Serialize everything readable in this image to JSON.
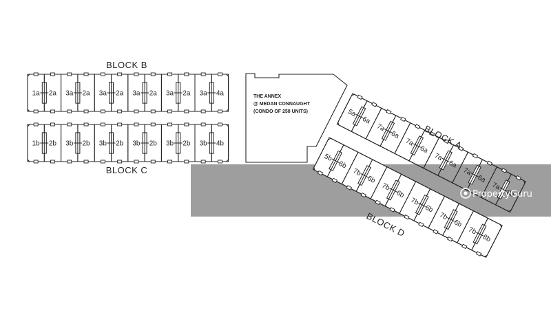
{
  "blocks": {
    "block_b": {
      "title": "BLOCK B",
      "units": [
        "1a",
        "2a",
        "3a",
        "2a",
        "3a",
        "2a",
        "3a",
        "2a",
        "3a",
        "2a",
        "3a",
        "4a"
      ]
    },
    "block_c": {
      "title": "BLOCK C",
      "units": [
        "1b",
        "2b",
        "3b",
        "2b",
        "3b",
        "2b",
        "3b",
        "2b",
        "3b",
        "2b",
        "3b",
        "4b"
      ]
    },
    "block_a": {
      "title": "BLOCK A",
      "units": [
        "5a",
        "6a",
        "7a",
        "6a",
        "7a",
        "6a",
        "7a",
        "6a",
        "7a",
        "6a",
        "7a",
        "8a"
      ]
    },
    "block_d": {
      "title": "BLOCK D",
      "units": [
        "5b",
        "6b",
        "7b",
        "6b",
        "7b",
        "6b",
        "7b",
        "6b",
        "7b",
        "6b",
        "7b",
        "8b"
      ]
    }
  },
  "annex": {
    "line1": "THE ANNEX",
    "line2": "@ MEDAN CONNAUGHT",
    "line3": "(CONDO OF 258 UNITS)"
  },
  "watermark": {
    "brand": "PropertyGuru",
    "icon": "propertyguru-logo-icon"
  },
  "colors": {
    "line": "#222222",
    "watermark_band": "#9e9e9e"
  }
}
